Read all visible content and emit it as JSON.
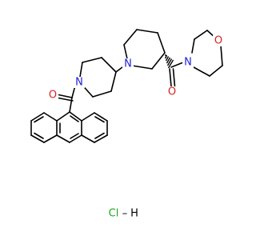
{
  "colors": {
    "bond": "#000000",
    "nitrogen": "#1f1fdd",
    "oxygen": "#dd1f1f",
    "chlorine": "#1aa81a",
    "hydrogen": "#000000",
    "background": "#ffffff"
  },
  "labels": {
    "n_piperidine_left": "N",
    "n_piperidine_right": "N",
    "n_morpholine": "N",
    "o_morpholine": "O",
    "o_carbonyl_left": "O",
    "o_carbonyl_right": "O",
    "salt_cl": "Cl",
    "salt_dash": "–",
    "salt_h": "H"
  }
}
